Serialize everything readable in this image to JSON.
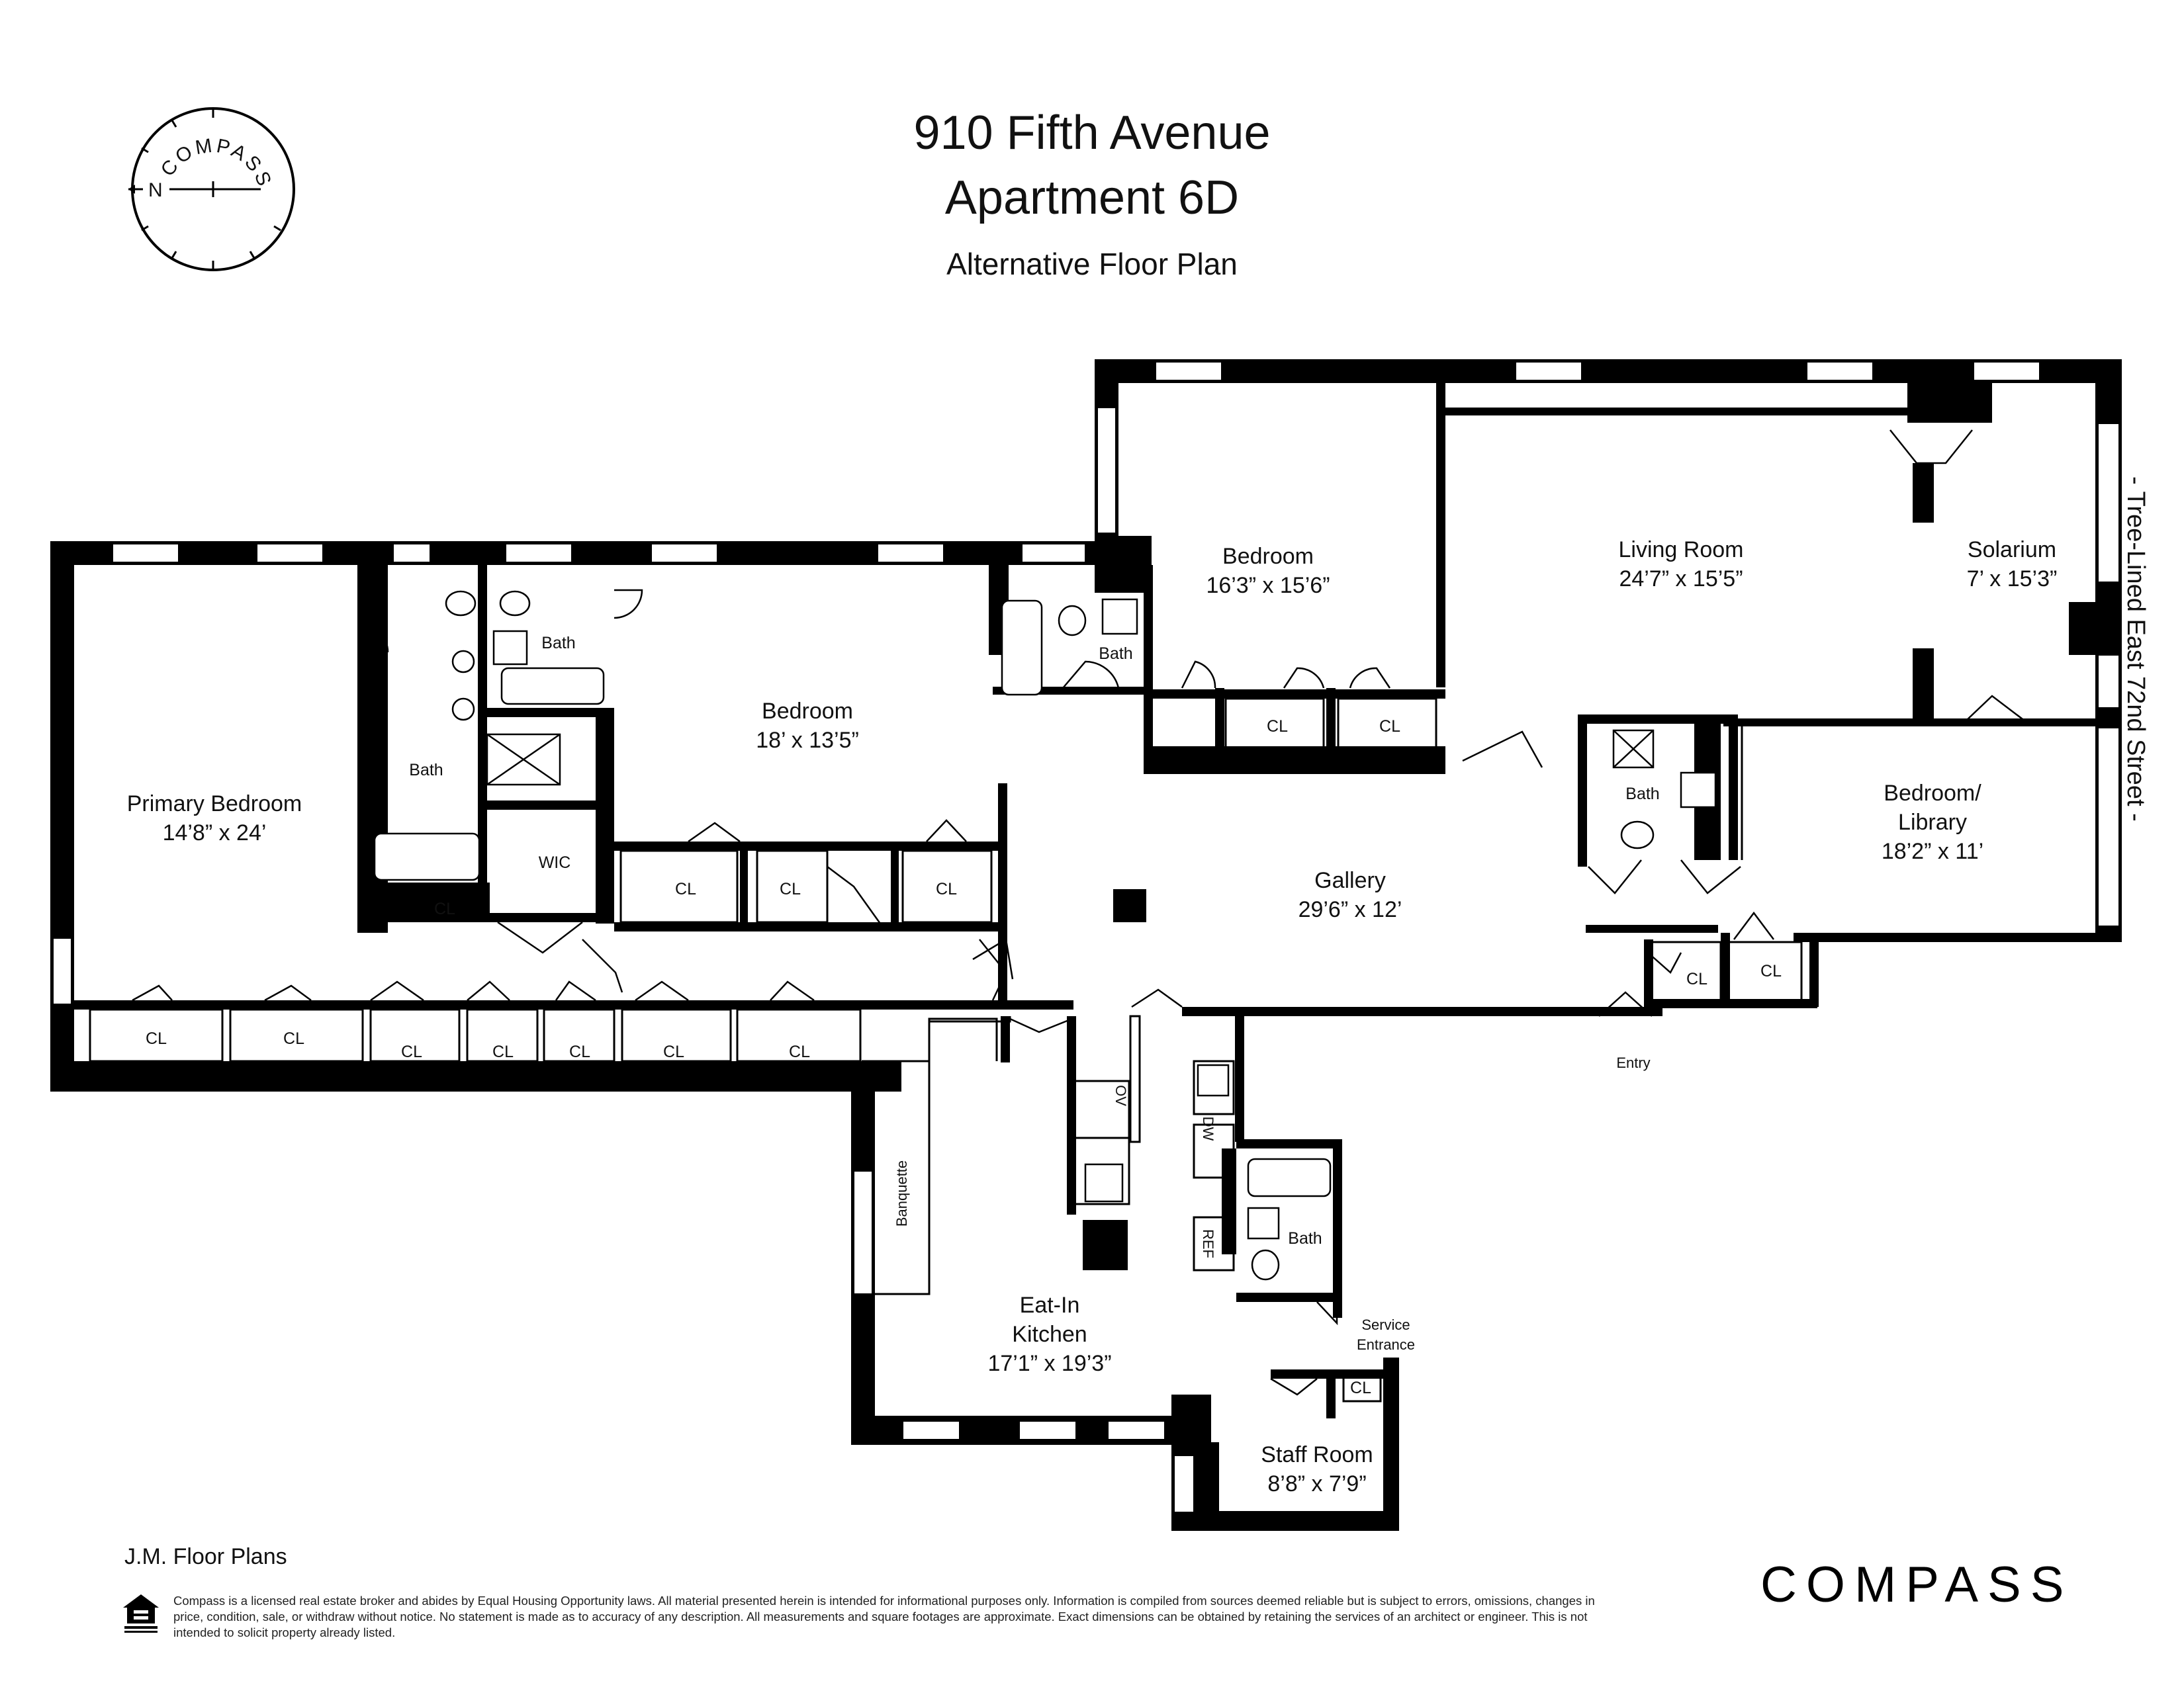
{
  "header": {
    "address": "910 Fifth Avenue",
    "apartment": "Apartment 6D",
    "subtitle": "Alternative Floor Plan"
  },
  "compass": {
    "ring_text": "COMPASS",
    "north": "N",
    "icon": "compass-rose-icon"
  },
  "street_label": "- Tree-Lined East 72nd Street -",
  "rooms": {
    "primary_bedroom": {
      "name": "Primary Bedroom",
      "size": "14’8” x 24’"
    },
    "bedroom_1": {
      "name": "Bedroom",
      "size": "18’ x 13’5”"
    },
    "bedroom_2": {
      "name": "Bedroom",
      "size": "16’3” x 15’6”"
    },
    "living_room": {
      "name": "Living Room",
      "size": "24’7” x 15’5”"
    },
    "solarium": {
      "name": "Solarium",
      "size": "7’ x 15’3”"
    },
    "bedroom_library": {
      "name_1": "Bedroom/",
      "name_2": "Library",
      "size": "18’2” x 11’"
    },
    "gallery": {
      "name": "Gallery",
      "size": "29’6” x 12’"
    },
    "kitchen": {
      "name_1": "Eat-In",
      "name_2": "Kitchen",
      "size": "17’1” x 19’3”"
    },
    "staff_room": {
      "name": "Staff Room",
      "size": "8’8” x 7’9”"
    }
  },
  "labels": {
    "bath": "Bath",
    "cl": "CL",
    "wic": "WIC",
    "entry": "Entry",
    "service_1": "Service",
    "service_2": "Entrance",
    "banquette": "Banquette",
    "ov": "OV",
    "dw": "DW",
    "ref": "REF"
  },
  "footer": {
    "credit": "J.M. Floor Plans",
    "disclaimer": "Compass is a licensed real estate broker and abides by Equal Housing Opportunity laws. All material presented herein is intended for informational purposes only. Information is compiled from sources deemed reliable but is subject to errors, omissions, changes in price, condition, sale, or withdraw without notice. No statement is made as to accuracy of any description. All measurements and square footages are approximate. Exact dimensions can be obtained by retaining the services of an architect or engineer. This is not intended to solicit property already listed.",
    "eho_icon": "equal-housing-opportunity-icon",
    "brand": "COMPASS"
  },
  "colors": {
    "wall": "#000000",
    "background": "#ffffff",
    "compass_north": "#d0021b"
  }
}
